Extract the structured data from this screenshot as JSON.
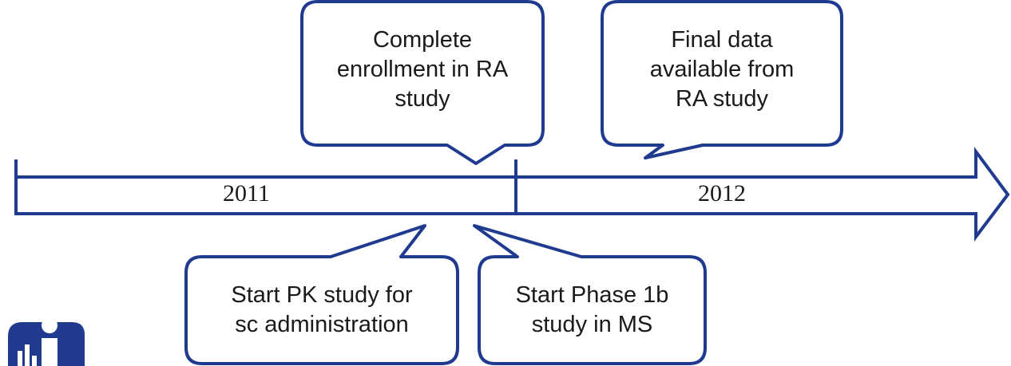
{
  "timeline": {
    "years": [
      "2011",
      "2012"
    ],
    "stroke_color": "#1f3a8f",
    "fill_color": "#ffffff"
  },
  "callouts": {
    "complete_enrollment": {
      "lines": [
        "Complete",
        "enrollment in RA",
        "study"
      ]
    },
    "final_data": {
      "lines": [
        "Final data",
        "available from",
        "RA study"
      ]
    },
    "start_pk": {
      "lines": [
        "Start PK study for",
        "sc administration"
      ]
    },
    "start_phase": {
      "lines": [
        "Start Phase 1b",
        "study in MS"
      ]
    }
  },
  "logo": {
    "icon": "person-city-logo-icon",
    "color": "#1f3a8f"
  }
}
